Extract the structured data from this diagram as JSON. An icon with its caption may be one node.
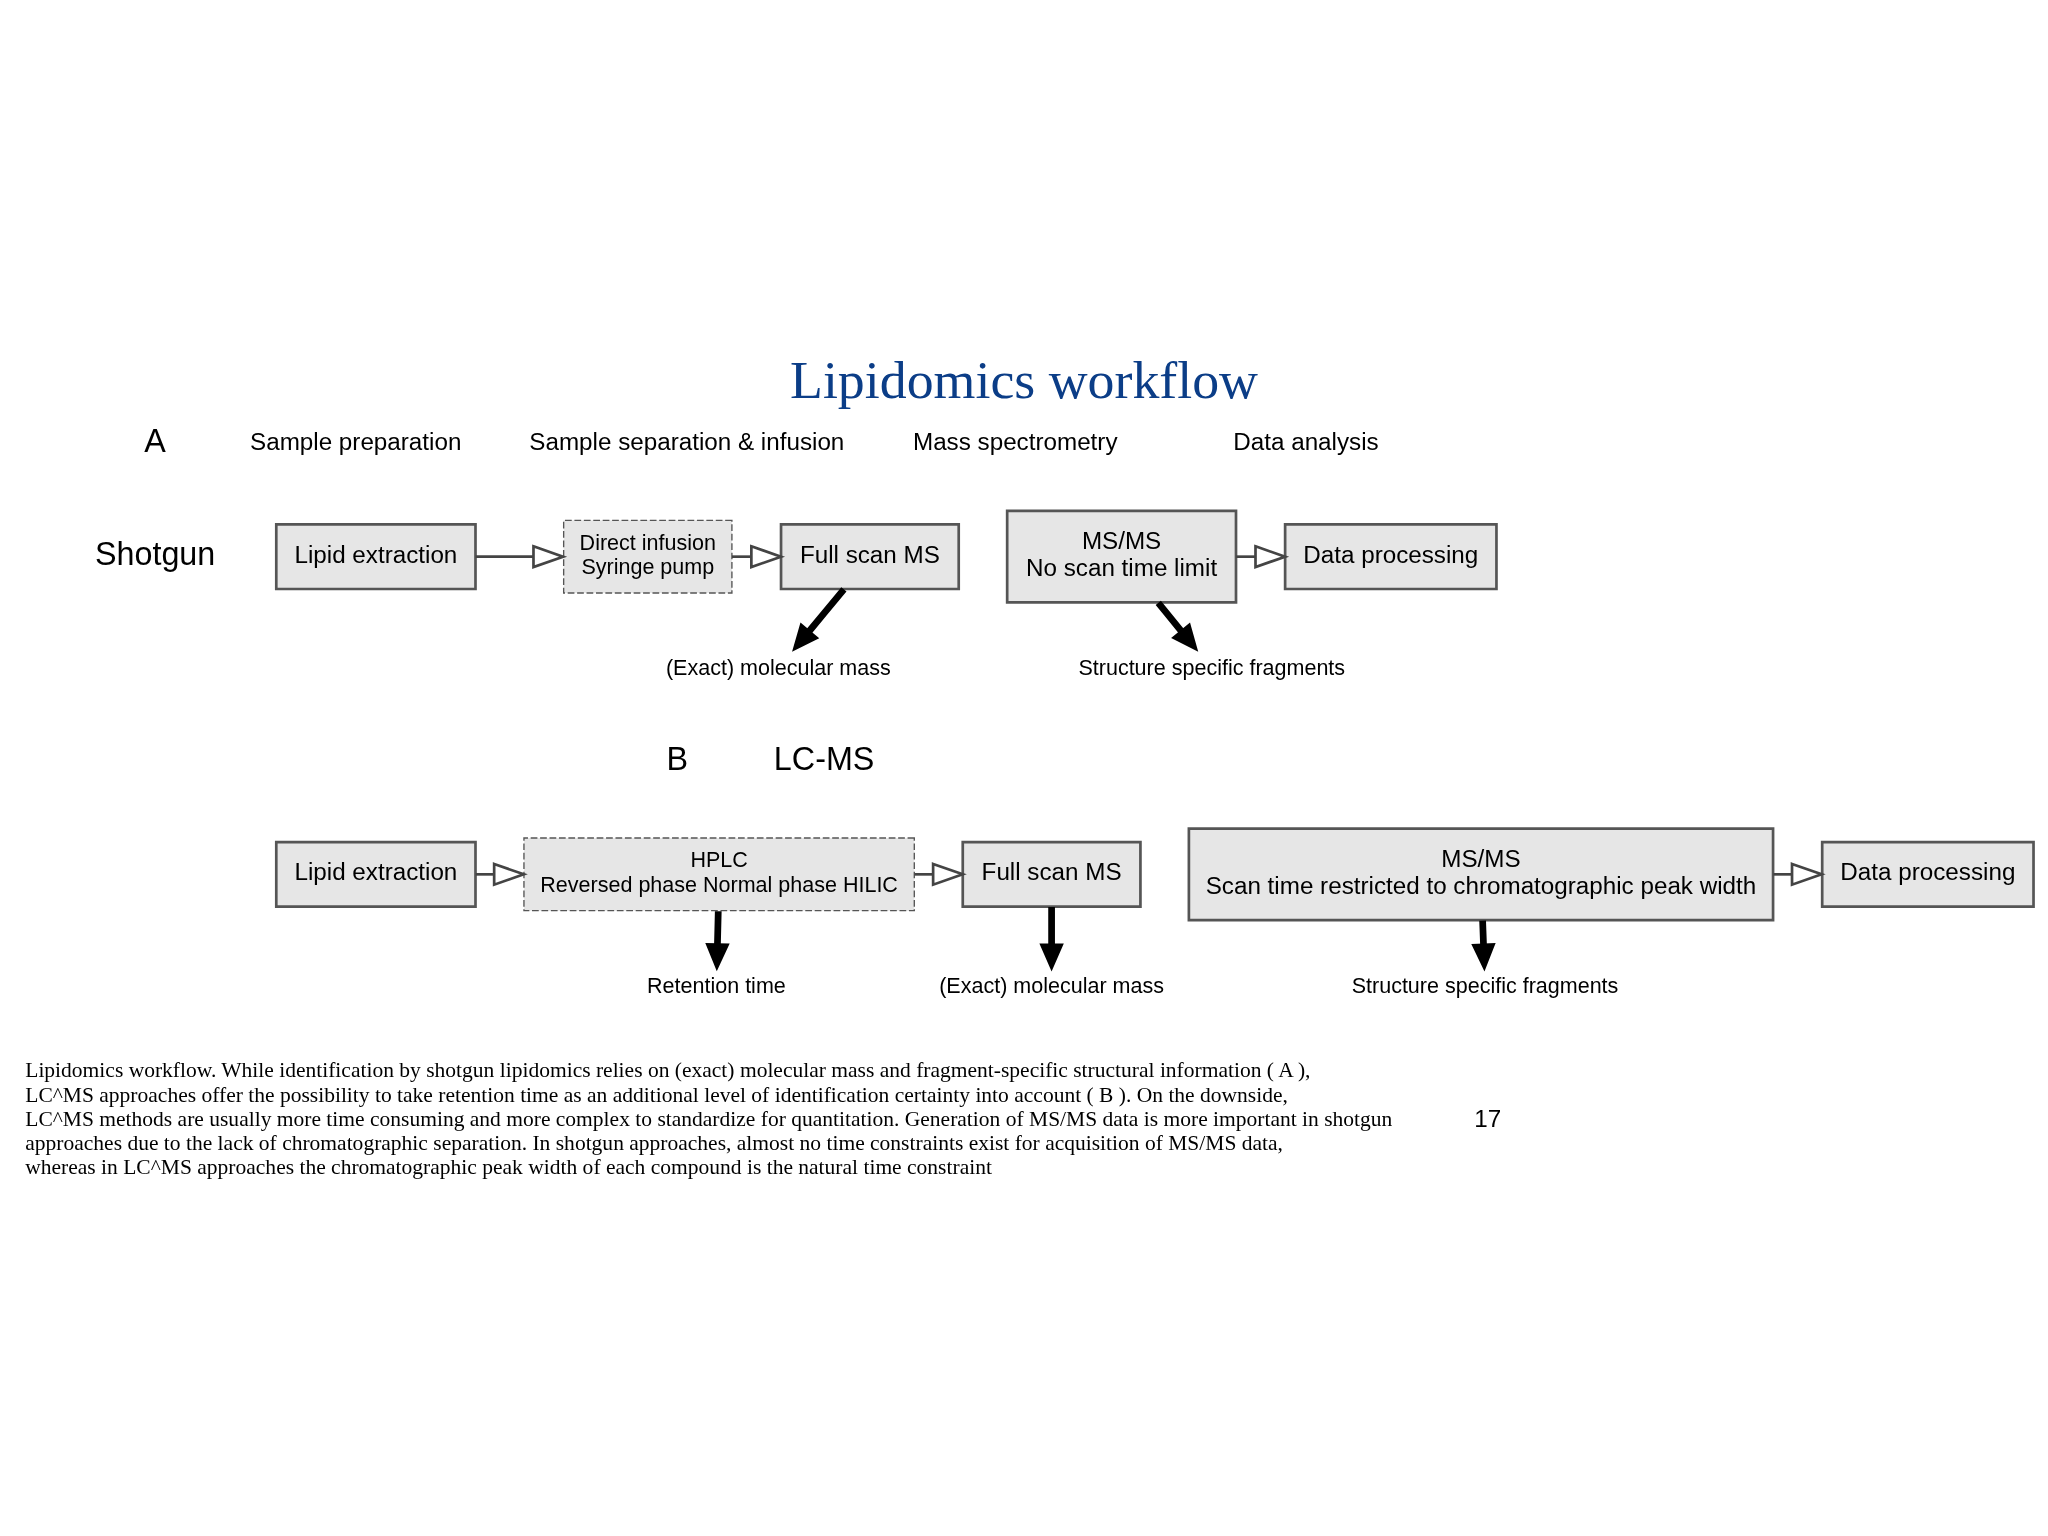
{
  "diagram": {
    "title": "Lipidomics workflow",
    "caption": "Lipidomics workflow. While identification by shotgun lipidomics relies on (exact) molecular mass and fragment-specific structural information ( A ), LC^MS approaches offer the possibility to take retention time as an additional level of identification certainty into account ( B ). On the downside, LC^MS methods are usually more time consuming and more complex to standardize for quantitation. Generation of MS/MS data is more important in shotgun approaches due to the lack of chromatographic separation. In shotgun approaches, almost no time constraints exist for acquisition of MS/MS data, whereas in LC^MS approaches the chromatographic peak width of each compound is the natural time constraint",
    "nodes": [
      {
        "text": [
          "Lipid extraction"
        ]
      },
      {
        "text": [
          "Direct infusion",
          "Syringe pump"
        ]
      },
      {
        "text": [
          "Full scan MS"
        ]
      },
      {
        "text": [
          "MS/MS",
          "No scan time limit"
        ]
      },
      {
        "text": [
          "Data processing"
        ]
      },
      {
        "text": [
          "(Exact) molecular mass"
        ]
      },
      {
        "text": [
          "Structure specific fragments"
        ]
      },
      {
        "text": [
          "Lipid extraction"
        ]
      },
      {
        "text": [
          "HPLC",
          "Reversed phase Normal phase HILIC"
        ]
      },
      {
        "text": [
          "Full scan MS"
        ]
      },
      {
        "text": [
          "MS/MS",
          "Scan time restricted to chromatographic peak width"
        ]
      },
      {
        "text": [
          "Data processing"
        ]
      },
      {
        "text": [
          "Retention time"
        ]
      },
      {
        "text": [
          "(Exact) molecular mass"
        ]
      },
      {
        "text": [
          "Structure specific fragments"
        ]
      }
    ],
    "edges": [
      {
        "from": 0,
        "to": 1,
        "arrow": "to"
      },
      {
        "from": 1,
        "to": 2,
        "arrow": "to"
      },
      {
        "from": 3,
        "to": 4,
        "arrow": "to"
      },
      {
        "from": 2,
        "to": 5,
        "arrow": "to",
        "style": "thick"
      },
      {
        "from": 3,
        "to": 6,
        "arrow": "to",
        "style": "thick"
      },
      {
        "from": 7,
        "to": 8,
        "arrow": "to"
      },
      {
        "from": 8,
        "to": 9,
        "arrow": "to"
      },
      {
        "from": 10,
        "to": 11,
        "arrow": "to"
      },
      {
        "from": 8,
        "to": 12,
        "arrow": "to",
        "style": "thick"
      },
      {
        "from": 9,
        "to": 13,
        "arrow": "to",
        "style": "thick"
      },
      {
        "from": 10,
        "to": 14,
        "arrow": "to",
        "style": "thick"
      }
    ],
    "labels": [
      "A",
      "Sample preparation",
      "Sample separation & infusion",
      "Mass spectrometry",
      "Data analysis",
      "Shotgun",
      "B",
      "LC-MS",
      "17"
    ]
  }
}
